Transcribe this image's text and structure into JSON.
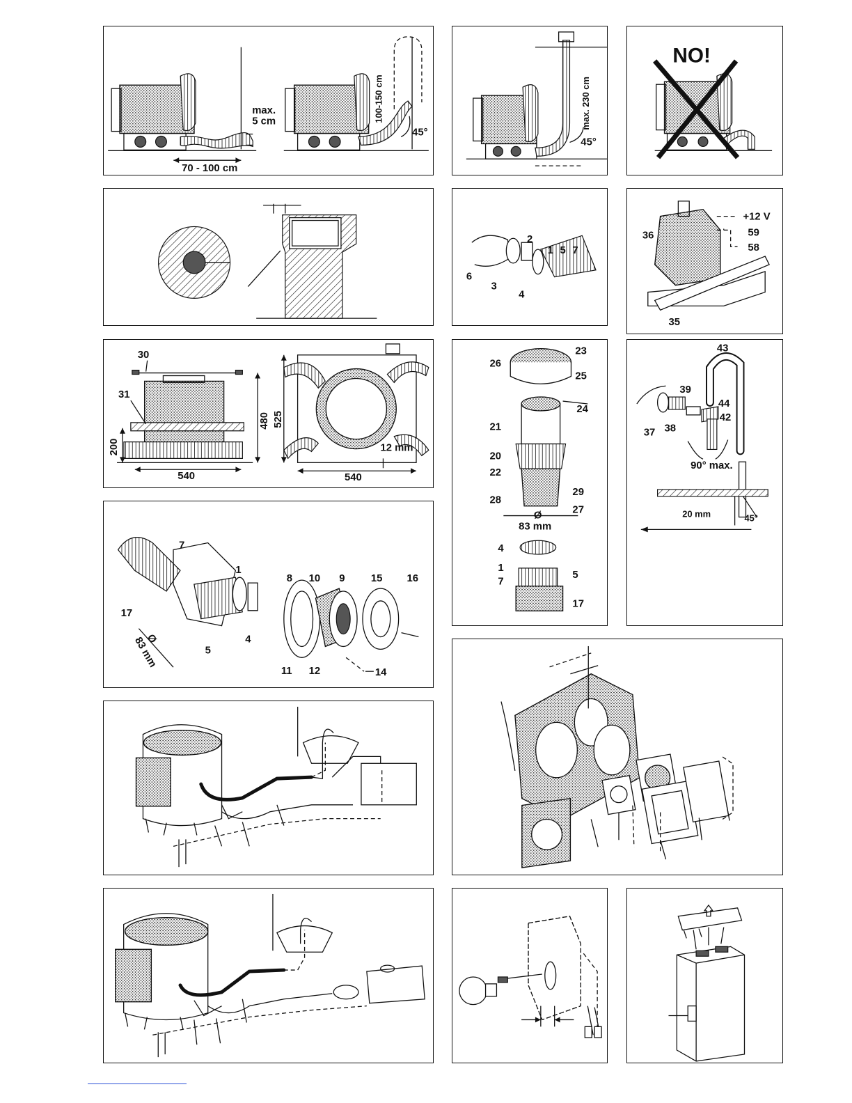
{
  "panels": {
    "p1": {
      "dims": {
        "max_height": "max.\n5 cm",
        "max_line1": "max.",
        "max_line2": "5 cm",
        "length": "70 - 100 cm",
        "rise": "100-150 cm",
        "angle": "45°"
      }
    },
    "p2": {
      "dims": {
        "rise": "max. 230 cm",
        "angle": "45°"
      }
    },
    "p3": {
      "warning": "NO!"
    },
    "p6": {
      "labels": [
        "2",
        "1",
        "5",
        "7",
        "6",
        "3",
        "4"
      ]
    },
    "p7": {
      "labels": {
        "unit": "36",
        "v12": "+12 V",
        "w59": "59",
        "w58": "58",
        "pipe": "35"
      }
    },
    "p8": {
      "labels": {
        "top": "30",
        "mid": "31",
        "h200": "200",
        "h480": "480",
        "h525": "525",
        "w540a": "540",
        "w540b": "540",
        "gap": "12 mm"
      }
    },
    "p9": {
      "labels": {
        "l23": "23",
        "l26": "26",
        "l25": "25",
        "l24": "24",
        "l21": "21",
        "l20": "20",
        "l22": "22",
        "l29": "29",
        "l28": "28",
        "l27": "27",
        "dia_sym": "Ø",
        "dia": "83 mm",
        "l4": "4",
        "l1": "1",
        "l5": "5",
        "l7": "7",
        "l17": "17"
      }
    },
    "p10": {
      "labels": {
        "l43": "43",
        "l39": "39",
        "l44": "44",
        "l42": "42",
        "l37": "37",
        "l38": "38",
        "angle_max": "90° max.",
        "drop": "20 mm",
        "angle": "45°"
      }
    },
    "p11": {
      "labels": {
        "l7": "7",
        "l1": "1",
        "l8": "8",
        "l10": "10",
        "l9": "9",
        "l15": "15",
        "l16": "16",
        "l17": "17",
        "dia_sym": "Ø",
        "dia": "83 mm",
        "l5": "5",
        "l4": "4",
        "l11": "11",
        "l12": "12",
        "l14": "14"
      }
    }
  }
}
